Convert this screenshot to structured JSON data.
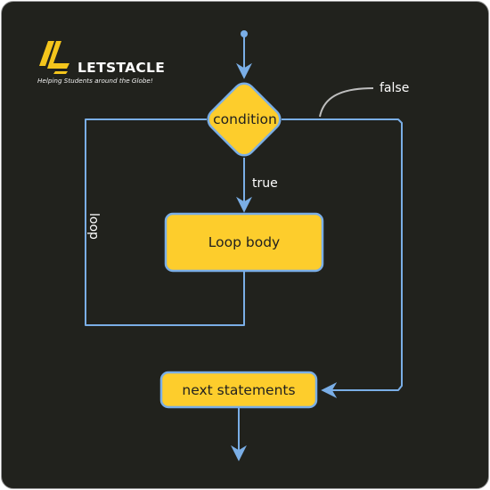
{
  "brand": {
    "name": "LETSTACLE",
    "tagline": "Helping Students around the Globe!"
  },
  "nodes": {
    "condition": "condition",
    "body": "Loop body",
    "next": "next statements"
  },
  "edges": {
    "true_label": "true",
    "false_label": "false",
    "loop_label": "loop"
  },
  "colors": {
    "background": "#21221d",
    "node_fill": "#fdcd2c",
    "node_stroke": "#7aaee6",
    "line": "#7aaee6",
    "logo_yellow": "#f4c51c"
  }
}
